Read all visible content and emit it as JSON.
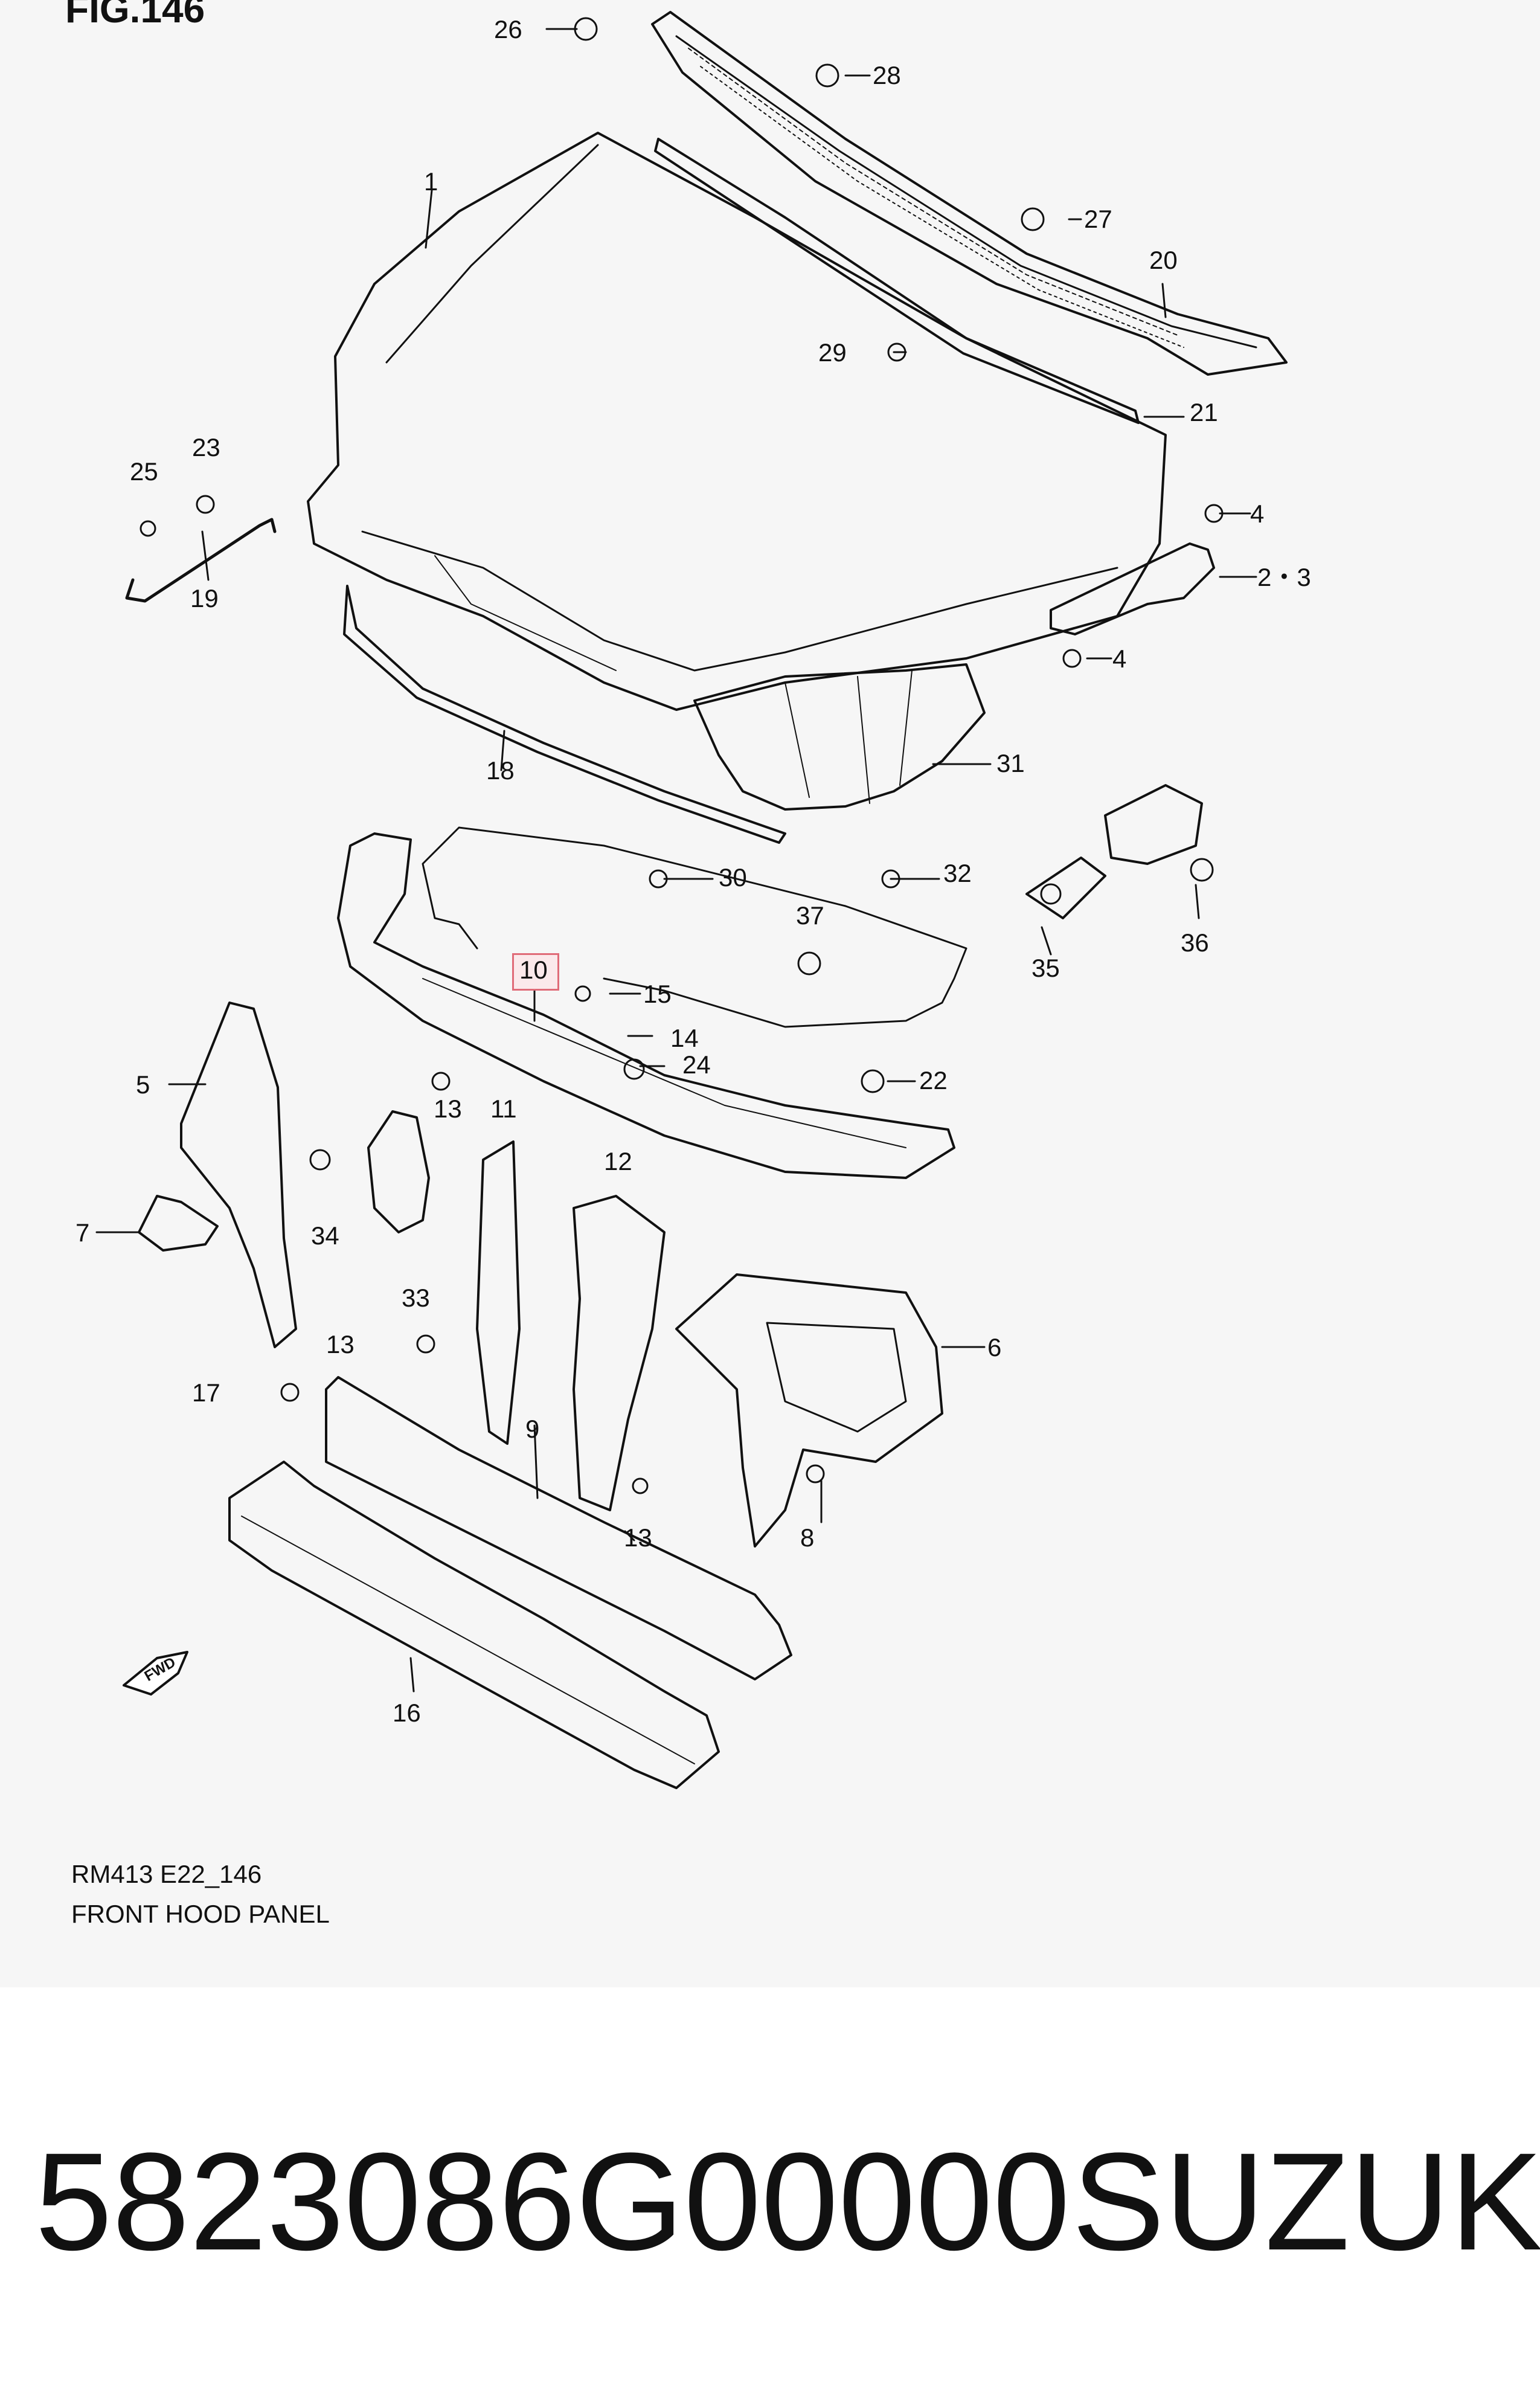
{
  "figure": {
    "title": "FIG.146"
  },
  "callouts": {
    "c1": "1",
    "c2_3": "2・3",
    "c4a": "4",
    "c4b": "4",
    "c5": "5",
    "c6": "6",
    "c7": "7",
    "c8": "8",
    "c9": "9",
    "c10": "10",
    "c11": "11",
    "c12": "12",
    "c13a": "13",
    "c13b": "13",
    "c13c": "13",
    "c14": "14",
    "c15": "15",
    "c16": "16",
    "c17": "17",
    "c18": "18",
    "c19": "19",
    "c20": "20",
    "c21": "21",
    "c22": "22",
    "c23": "23",
    "c24": "24",
    "c25": "25",
    "c26": "26",
    "c27": "27",
    "c28": "28",
    "c29": "29",
    "c30": "30",
    "c31": "31",
    "c32": "32",
    "c33": "33",
    "c34": "34",
    "c35": "35",
    "c36": "36",
    "c37": "37"
  },
  "fwd_label": "FWD",
  "caption": {
    "code": "RM413 E22_146",
    "name": "FRONT HOOD PANEL"
  },
  "footer": {
    "part_number": "5823086G00000",
    "brand": "SUZUKI"
  },
  "colors": {
    "highlight_border": "#e06b78",
    "panel_bg": "#f6f6f6",
    "ink": "#111111"
  }
}
